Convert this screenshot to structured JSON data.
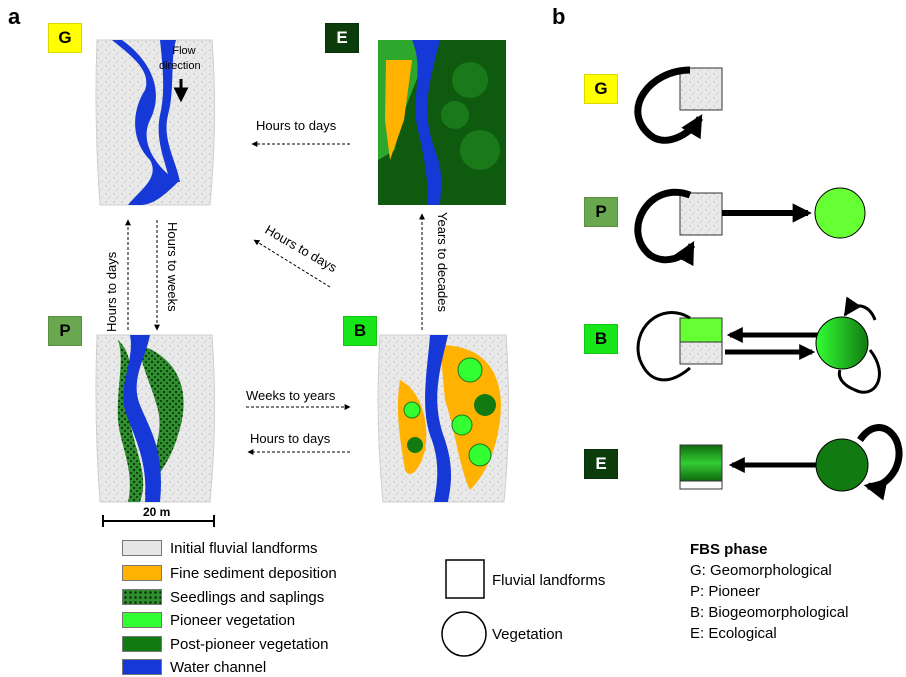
{
  "panels": {
    "a": "a",
    "b": "b"
  },
  "phases": {
    "G": {
      "letter": "G",
      "color": "#ffff00",
      "text_color": "#000000"
    },
    "E": {
      "letter": "E",
      "color": "#0c3b0c",
      "text_color": "#ffffff"
    },
    "P": {
      "letter": "P",
      "color": "#6aa84f",
      "text_color": "#000000"
    },
    "B": {
      "letter": "B",
      "color": "#19e619",
      "text_color": "#000000"
    }
  },
  "flow_label": [
    "Flow",
    "direction"
  ],
  "transitions": {
    "e_to_g": "Hours to days",
    "b_to_g": "Hours to days",
    "p_to_g": "Hours to days",
    "g_to_p": "Hours to weeks",
    "b_to_e": "Years to decades",
    "p_to_b": "Weeks to years",
    "b_to_p": "Hours to days"
  },
  "scale_bar": "20 m",
  "legend": [
    {
      "label": "Initial fluvial landforms",
      "color": "#e6e6e6"
    },
    {
      "label": "Fine sediment deposition",
      "color": "#ffb300"
    },
    {
      "label": "Seedlings and saplings",
      "color": "#2f8f2f"
    },
    {
      "label": "Pioneer vegetation",
      "color": "#33ff33"
    },
    {
      "label": "Post-pioneer vegetation",
      "color": "#117a11"
    },
    {
      "label": "Water channel",
      "color": "#1638d6"
    }
  ],
  "shape_legend": {
    "square": "Fluvial landforms",
    "circle": "Vegetation"
  },
  "fbs": {
    "title": "FBS phase",
    "items": [
      "G: Geomorphological",
      "P: Pioneer",
      "B: Biogeomorphological",
      "E: Ecological"
    ]
  },
  "colors": {
    "water": "#1638d6",
    "gravel": "#e6e6e6",
    "sediment": "#ffb300",
    "pioneer": "#33ff33",
    "post_pioneer": "#117a11",
    "seedling": "#2f8f2f"
  }
}
